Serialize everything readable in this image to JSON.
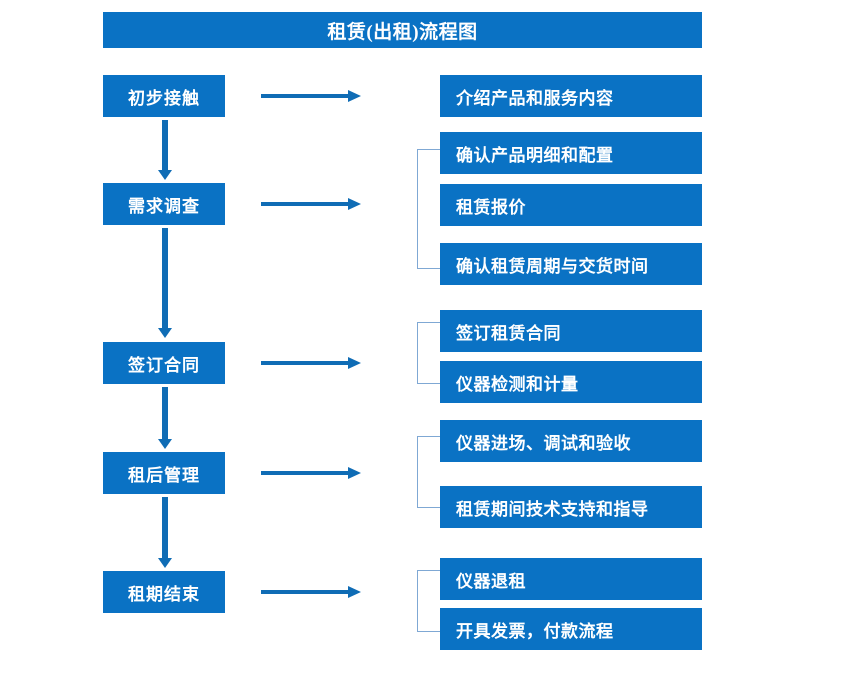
{
  "title": "租赁(出租)流程图",
  "theme": {
    "accent": "#0a72c4",
    "arrow": "#0f6cb5",
    "bracket": "#7fa8d4",
    "text_on_accent": "#ffffff",
    "background": "#ffffff"
  },
  "stages": [
    {
      "label": "初步接触"
    },
    {
      "label": "需求调查"
    },
    {
      "label": "签订合同"
    },
    {
      "label": "租后管理"
    },
    {
      "label": "租期结束"
    }
  ],
  "details": [
    {
      "label": "介绍产品和服务内容"
    },
    {
      "label": "确认产品明细和配置"
    },
    {
      "label": "租赁报价"
    },
    {
      "label": "确认租赁周期与交货时间"
    },
    {
      "label": "签订租赁合同"
    },
    {
      "label": "仪器检测和计量"
    },
    {
      "label": "仪器进场、调试和验收"
    },
    {
      "label": "租赁期间技术支持和指导"
    },
    {
      "label": "仪器退租"
    },
    {
      "label": "开具发票，付款流程"
    }
  ],
  "chart_data": {
    "type": "diagram",
    "diagram_kind": "flowchart",
    "title": "租赁(出租)流程图",
    "orientation": "vertical-with-side-branches",
    "nodes": [
      {
        "id": "s1",
        "label": "初步接触",
        "column": "left",
        "order": 1
      },
      {
        "id": "s2",
        "label": "需求调查",
        "column": "left",
        "order": 2
      },
      {
        "id": "s3",
        "label": "签订合同",
        "column": "left",
        "order": 3
      },
      {
        "id": "s4",
        "label": "租后管理",
        "column": "left",
        "order": 4
      },
      {
        "id": "s5",
        "label": "租期结束",
        "column": "left",
        "order": 5
      },
      {
        "id": "d1",
        "label": "介绍产品和服务内容",
        "column": "right",
        "parent": "s1"
      },
      {
        "id": "d2",
        "label": "确认产品明细和配置",
        "column": "right",
        "parent": "s2"
      },
      {
        "id": "d3",
        "label": "租赁报价",
        "column": "right",
        "parent": "s2"
      },
      {
        "id": "d4",
        "label": "确认租赁周期与交货时间",
        "column": "right",
        "parent": "s2"
      },
      {
        "id": "d5",
        "label": "签订租赁合同",
        "column": "right",
        "parent": "s3"
      },
      {
        "id": "d6",
        "label": "仪器检测和计量",
        "column": "right",
        "parent": "s3"
      },
      {
        "id": "d7",
        "label": "仪器进场、调试和验收",
        "column": "right",
        "parent": "s4"
      },
      {
        "id": "d8",
        "label": "租赁期间技术支持和指导",
        "column": "right",
        "parent": "s4"
      },
      {
        "id": "d9",
        "label": "仪器退租",
        "column": "right",
        "parent": "s5"
      },
      {
        "id": "d10",
        "label": "开具发票，付款流程",
        "column": "right",
        "parent": "s5"
      }
    ],
    "edges": [
      {
        "from": "s1",
        "to": "s2",
        "type": "vertical-arrow"
      },
      {
        "from": "s2",
        "to": "s3",
        "type": "vertical-arrow"
      },
      {
        "from": "s3",
        "to": "s4",
        "type": "vertical-arrow"
      },
      {
        "from": "s4",
        "to": "s5",
        "type": "vertical-arrow"
      },
      {
        "from": "s1",
        "to": "d1",
        "type": "horizontal-arrow"
      },
      {
        "from": "s2",
        "to": "d2",
        "type": "horizontal-arrow-bracket"
      },
      {
        "from": "s3",
        "to": "d5",
        "type": "horizontal-arrow-bracket"
      },
      {
        "from": "s4",
        "to": "d7",
        "type": "horizontal-arrow-bracket"
      },
      {
        "from": "s5",
        "to": "d9",
        "type": "horizontal-arrow-bracket"
      }
    ],
    "groups": [
      {
        "parent": "s2",
        "members": [
          "d2",
          "d3",
          "d4"
        ]
      },
      {
        "parent": "s3",
        "members": [
          "d5",
          "d6"
        ]
      },
      {
        "parent": "s4",
        "members": [
          "d7",
          "d8"
        ]
      },
      {
        "parent": "s5",
        "members": [
          "d9",
          "d10"
        ]
      }
    ]
  }
}
